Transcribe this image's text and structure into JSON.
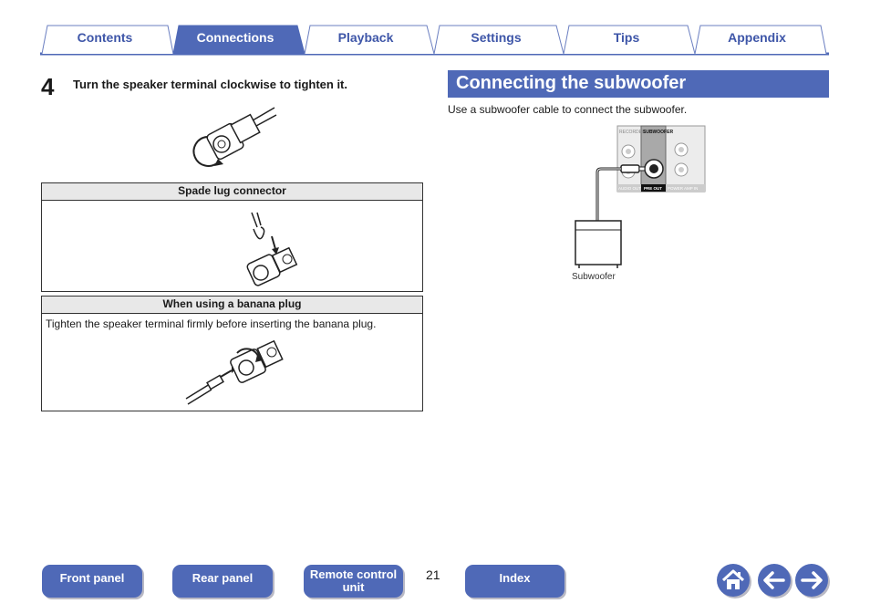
{
  "tabs": [
    {
      "label": "Contents",
      "active": false
    },
    {
      "label": "Connections",
      "active": true
    },
    {
      "label": "Playback",
      "active": false
    },
    {
      "label": "Settings",
      "active": false
    },
    {
      "label": "Tips",
      "active": false
    },
    {
      "label": "Appendix",
      "active": false
    }
  ],
  "step": {
    "number": "4",
    "text": "Turn the speaker terminal clockwise to tighten it."
  },
  "spade_box": {
    "title": "Spade lug connector"
  },
  "banana_box": {
    "title": "When using a banana plug",
    "text": "Tighten the speaker terminal firmly before inserting the banana plug."
  },
  "section": {
    "title": "Connecting the subwoofer",
    "description": "Use a subwoofer cable to connect the subwoofer.",
    "panel_labels": {
      "recorder": "RECORDER",
      "subwoofer": "SUBWOOFER",
      "audio_out": "AUDIO OUT",
      "pre_out": "PRE OUT",
      "power_amp_in": "POWER AMP IN"
    },
    "subwoofer_caption": "Subwoofer"
  },
  "footer": {
    "page_number": "21",
    "buttons": {
      "front_panel": "Front panel",
      "rear_panel": "Rear panel",
      "remote_line1": "Remote control",
      "remote_line2": "unit",
      "index": "Index"
    }
  },
  "colors": {
    "accent": "#4f69b7",
    "tab_text": "#3e56a8"
  },
  "icons": {
    "home": "home-icon",
    "back": "arrow-left-icon",
    "forward": "arrow-right-icon"
  }
}
